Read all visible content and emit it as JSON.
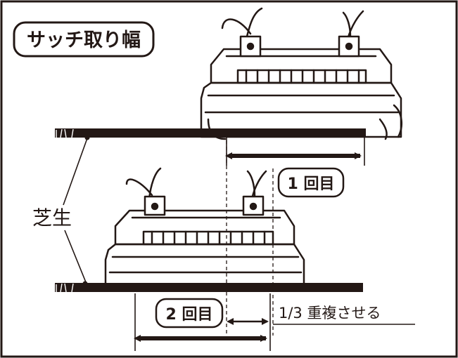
{
  "title": "サッチ取り幅",
  "label_grass": "芝生",
  "label_pass1": "1 回目",
  "label_pass2": "2 回目",
  "label_overlap": "1/3 重複させる",
  "colors": {
    "ink": "#231815",
    "background": "#ffffff"
  }
}
